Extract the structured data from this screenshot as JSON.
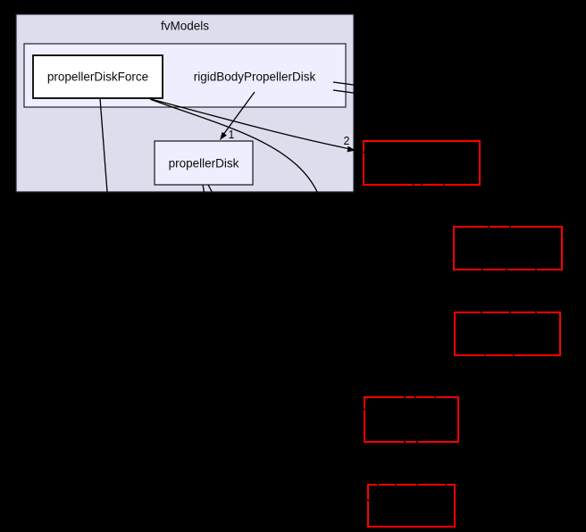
{
  "graph": {
    "type": "directory-dependency-graph",
    "background_color": "#000000",
    "edge_color": "#000000",
    "outer_cluster": {
      "label": "fvModels",
      "fill": "#ddddee"
    },
    "inner_cluster": {
      "label": "rigidBodyPropellerDisk",
      "fill": "#eeeeff"
    },
    "nodes": [
      {
        "id": "propellerDiskForce",
        "label": "propellerDiskForce",
        "fill": "#ffffff",
        "border_color": "#000000"
      },
      {
        "id": "propellerDisk",
        "label": "propellerDisk",
        "fill": "#eeeeff",
        "border_color": "#000000"
      }
    ],
    "external_nodes": [
      {
        "id": "dep-box-1",
        "label": "",
        "border_color": "#ff0000"
      },
      {
        "id": "dep-box-2",
        "label": "",
        "border_color": "#ff0000"
      },
      {
        "id": "dep-box-3",
        "label": "",
        "border_color": "#ff0000"
      },
      {
        "id": "dep-box-4",
        "label": "",
        "border_color": "#ff0000"
      },
      {
        "id": "dep-box-5",
        "label": "",
        "border_color": "#ff0000"
      }
    ],
    "edge_labels": [
      {
        "id": "count-to-dep-box-1",
        "text": "2"
      },
      {
        "id": "count-to-propellerDisk",
        "text": "1"
      }
    ]
  }
}
